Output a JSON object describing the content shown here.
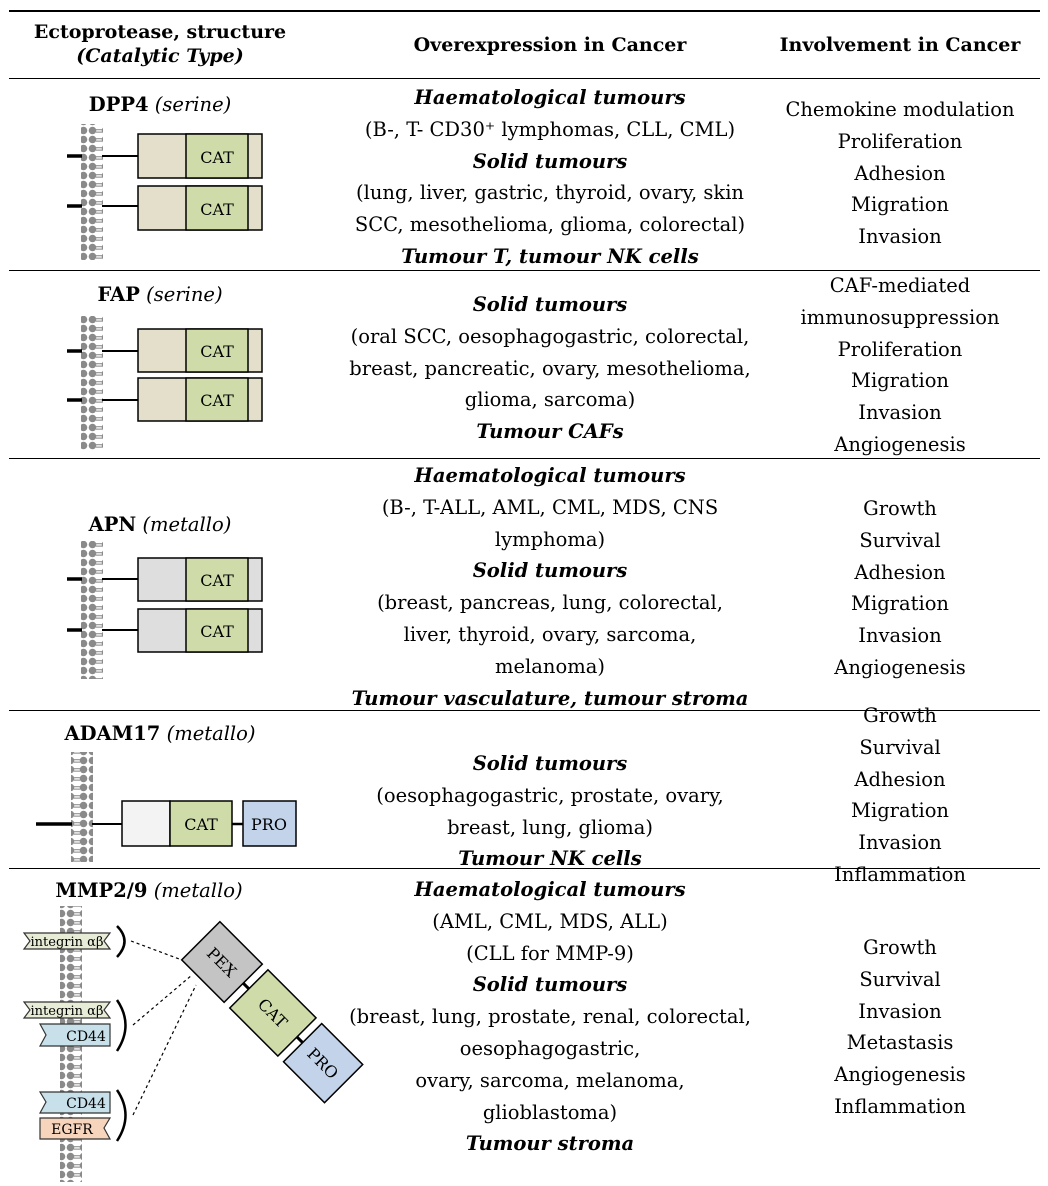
{
  "header": {
    "col1_line1": "Ectoprotease, structure",
    "col1_line2": "(Catalytic Type)",
    "col2": "Overexpression in Cancer",
    "col3": "Involvement in Cancer"
  },
  "domain_labels": {
    "cat": "CAT",
    "pro": "PRO",
    "pex": "PEX",
    "integrin": "integrin αβ",
    "cd44": "CD44",
    "egfr": "EGFR"
  },
  "rows": [
    {
      "name": "DPP4",
      "type": "(serine)",
      "overexpression": [
        {
          "text": "Haematological tumours",
          "style": "bi"
        },
        {
          "text": "(B-, T- CD30⁺ lymphomas, CLL, CML)",
          "style": "n"
        },
        {
          "text": "Solid tumours",
          "style": "bi"
        },
        {
          "text": "(lung, liver, gastric, thyroid, ovary, skin",
          "style": "n"
        },
        {
          "text": "SCC, mesothelioma, glioma, colorectal)",
          "style": "n"
        },
        {
          "text": "Tumour T, tumour NK cells",
          "style": "bi"
        }
      ],
      "involvement": [
        "Chemokine modulation",
        "Proliferation",
        "Adhesion",
        "Migration",
        "Invasion"
      ]
    },
    {
      "name": "FAP",
      "type": "(serine)",
      "overexpression": [
        {
          "text": "Solid tumours",
          "style": "bi"
        },
        {
          "text": "(oral SCC, oesophagogastric, colorectal,",
          "style": "n"
        },
        {
          "text": "breast, pancreatic, ovary, mesothelioma,",
          "style": "n"
        },
        {
          "text": "glioma, sarcoma)",
          "style": "n"
        },
        {
          "text": "Tumour CAFs",
          "style": "bi"
        }
      ],
      "involvement": [
        "CAF-mediated",
        "immunosuppression",
        "Proliferation",
        "Migration",
        "Invasion",
        "Angiogenesis"
      ]
    },
    {
      "name": "APN",
      "type": "(metallo)",
      "overexpression": [
        {
          "text": "Haematological tumours",
          "style": "bi"
        },
        {
          "text": "(B-, T-ALL, AML, CML, MDS, CNS",
          "style": "n"
        },
        {
          "text": "lymphoma)",
          "style": "n"
        },
        {
          "text": "Solid tumours",
          "style": "bi"
        },
        {
          "text": "(breast, pancreas, lung, colorectal,",
          "style": "n"
        },
        {
          "text": "liver, thyroid, ovary, sarcoma,",
          "style": "n"
        },
        {
          "text": "melanoma)",
          "style": "n"
        },
        {
          "text": "Tumour vasculature, tumour stroma",
          "style": "bi"
        }
      ],
      "involvement": [
        "Growth",
        "Survival",
        "Adhesion",
        "Migration",
        "Invasion",
        "Angiogenesis"
      ]
    },
    {
      "name": "ADAM17",
      "type": "(metallo)",
      "overexpression": [
        {
          "text": "Solid tumours",
          "style": "bi"
        },
        {
          "text": "(oesophagogastric, prostate, ovary,",
          "style": "n"
        },
        {
          "text": "breast, lung, glioma)",
          "style": "n"
        },
        {
          "text": "Tumour NK cells",
          "style": "bi"
        }
      ],
      "involvement": [
        "Growth",
        "Survival",
        "Adhesion",
        "Migration",
        "Invasion",
        "Inflammation"
      ]
    },
    {
      "name": "MMP2/9",
      "type": "(metallo)",
      "overexpression": [
        {
          "text": "Haematological tumours",
          "style": "bi"
        },
        {
          "text": "(AML, CML, MDS, ALL)",
          "style": "n"
        },
        {
          "text": "(CLL for MMP-9)",
          "style": "n"
        },
        {
          "text": "Solid tumours",
          "style": "bi"
        },
        {
          "text": "(breast, lung, prostate, renal, colorectal,",
          "style": "n"
        },
        {
          "text": "oesophagogastric,",
          "style": "n"
        },
        {
          "text": "ovary, sarcoma, melanoma,",
          "style": "n"
        },
        {
          "text": "glioblastoma)",
          "style": "n"
        },
        {
          "text": "Tumour stroma",
          "style": "bi"
        }
      ],
      "involvement": [
        "Growth",
        "Survival",
        "Invasion",
        "Metastasis",
        "Angiogenesis",
        "Inflammation"
      ]
    }
  ],
  "colors": {
    "cat_fill": "#cfdcaa",
    "dpp4_fill": "#e3dfca",
    "apn_fill": "#dedede",
    "adam_fill": "#f3f3f3",
    "pro_fill": "#c3d4ea",
    "pex_fill": "#c4c4c4",
    "integrin_fill": "#e7ecd6",
    "cd44_fill": "#c7e0ea",
    "egfr_fill": "#f7d5bd"
  }
}
